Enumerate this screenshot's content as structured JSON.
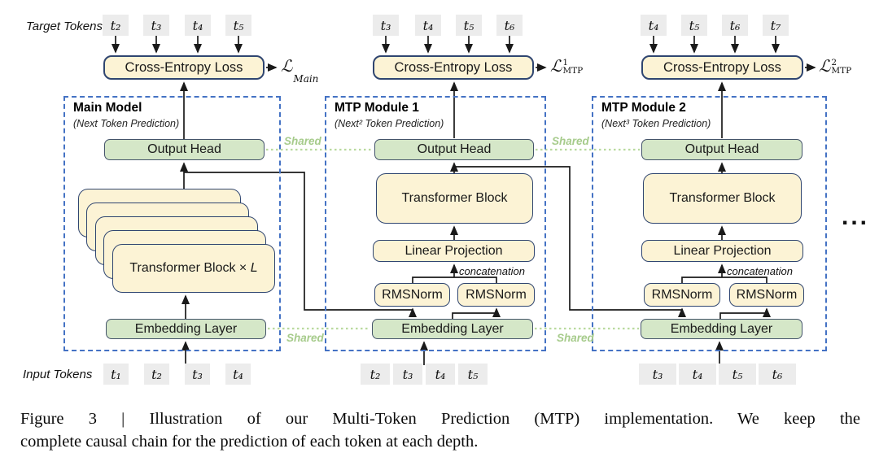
{
  "labels": {
    "target_tokens": "Target Tokens",
    "input_tokens": "Input Tokens",
    "ellipsis": "..."
  },
  "shared_label": "Shared",
  "caption": {
    "line1": "Figure 3 | Illustration of our Multi-Token Prediction (MTP) implementation.  We keep the",
    "line2": "complete causal chain for the prediction of each token at each depth."
  },
  "colors": {
    "module_border_blue": "#4472C4",
    "cream_fill": "#FCF3D5",
    "cream_border": "#2F4570",
    "green_fill": "#D5E7C8",
    "green_border": "#44546A",
    "token_fill": "#ECECEC",
    "shared_green": "#A6CB8B",
    "arrow": "#1a1a1a"
  },
  "modules": [
    {
      "title": "Main Model",
      "subtitle": "(Next Token Prediction)",
      "target_tokens": [
        "t₂",
        "t₃",
        "t₄",
        "t₅"
      ],
      "input_tokens": [
        "t₁",
        "t₂",
        "t₃",
        "t₄"
      ],
      "loss_box": "Cross-Entropy Loss",
      "loss_label": {
        "script": "ℒ",
        "sup": "",
        "sub": "Main"
      },
      "output_head": "Output Head",
      "embedding": "Embedding Layer",
      "stack_label": {
        "text": "Transformer Block ×",
        "var": "L"
      }
    },
    {
      "title": "MTP Module 1",
      "subtitle": "(Next² Token Prediction)",
      "target_tokens": [
        "t₃",
        "t₄",
        "t₅",
        "t₆"
      ],
      "input_tokens": [
        "t₂",
        "t₃",
        "t₄",
        "t₅"
      ],
      "loss_box": "Cross-Entropy Loss",
      "loss_label": {
        "script": "ℒ",
        "sup": "1",
        "sub": "MTP"
      },
      "output_head": "Output Head",
      "embedding": "Embedding Layer",
      "transformer_block": "Transformer Block",
      "linear_projection": "Linear Projection",
      "rmsnorm_left": "RMSNorm",
      "rmsnorm_right": "RMSNorm",
      "concat_label": "concatenation"
    },
    {
      "title": "MTP Module 2",
      "subtitle": "(Next³ Token Prediction)",
      "target_tokens": [
        "t₄",
        "t₅",
        "t₆",
        "t₇"
      ],
      "input_tokens": [
        "t₃",
        "t₄",
        "t₅",
        "t₆"
      ],
      "loss_box": "Cross-Entropy Loss",
      "loss_label": {
        "script": "ℒ",
        "sup": "2",
        "sub": "MTP"
      },
      "output_head": "Output Head",
      "embedding": "Embedding Layer",
      "transformer_block": "Transformer Block",
      "linear_projection": "Linear Projection",
      "rmsnorm_left": "RMSNorm",
      "rmsnorm_right": "RMSNorm",
      "concat_label": "concatenation"
    }
  ]
}
